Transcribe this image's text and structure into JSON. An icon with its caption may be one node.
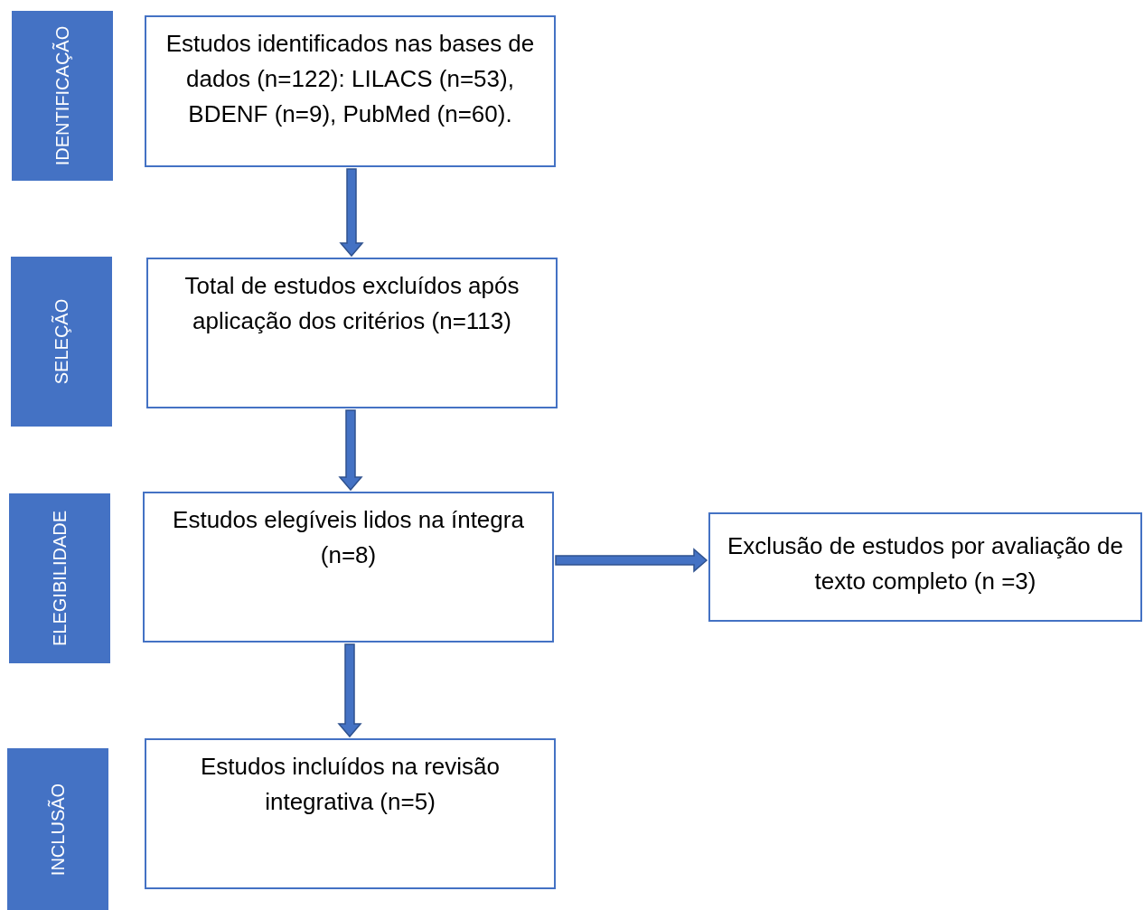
{
  "diagram": {
    "nodes": [
      {
        "text": [
          "IDENTIFICAÇÃO"
        ]
      },
      {
        "text": [
          "Estudos identificados nas bases de dados (n=122): LILACS (n=53), BDENF (n=9), PubMed (n=60)."
        ]
      },
      {
        "text": [
          "SELEÇÃO"
        ]
      },
      {
        "text": [
          "Total de estudos excluídos após aplicação dos critérios (n=113)"
        ]
      },
      {
        "text": [
          "ELEGIBILIDADE"
        ]
      },
      {
        "text": [
          "Estudos elegíveis lidos na íntegra (n=8)"
        ]
      },
      {
        "text": [
          "Exclusão de estudos por avaliação de texto completo (n =3)"
        ]
      },
      {
        "text": [
          "INCLUSÃO"
        ]
      },
      {
        "text": [
          "Estudos incluídos na revisão integrativa (n=5)"
        ]
      }
    ],
    "edges": [
      {
        "from": 1,
        "to": 3,
        "arrow": "to"
      },
      {
        "from": 3,
        "to": 5,
        "arrow": "to"
      },
      {
        "from": 5,
        "to": 8,
        "arrow": "to"
      },
      {
        "from": 5,
        "to": 6,
        "arrow": "to"
      }
    ]
  }
}
